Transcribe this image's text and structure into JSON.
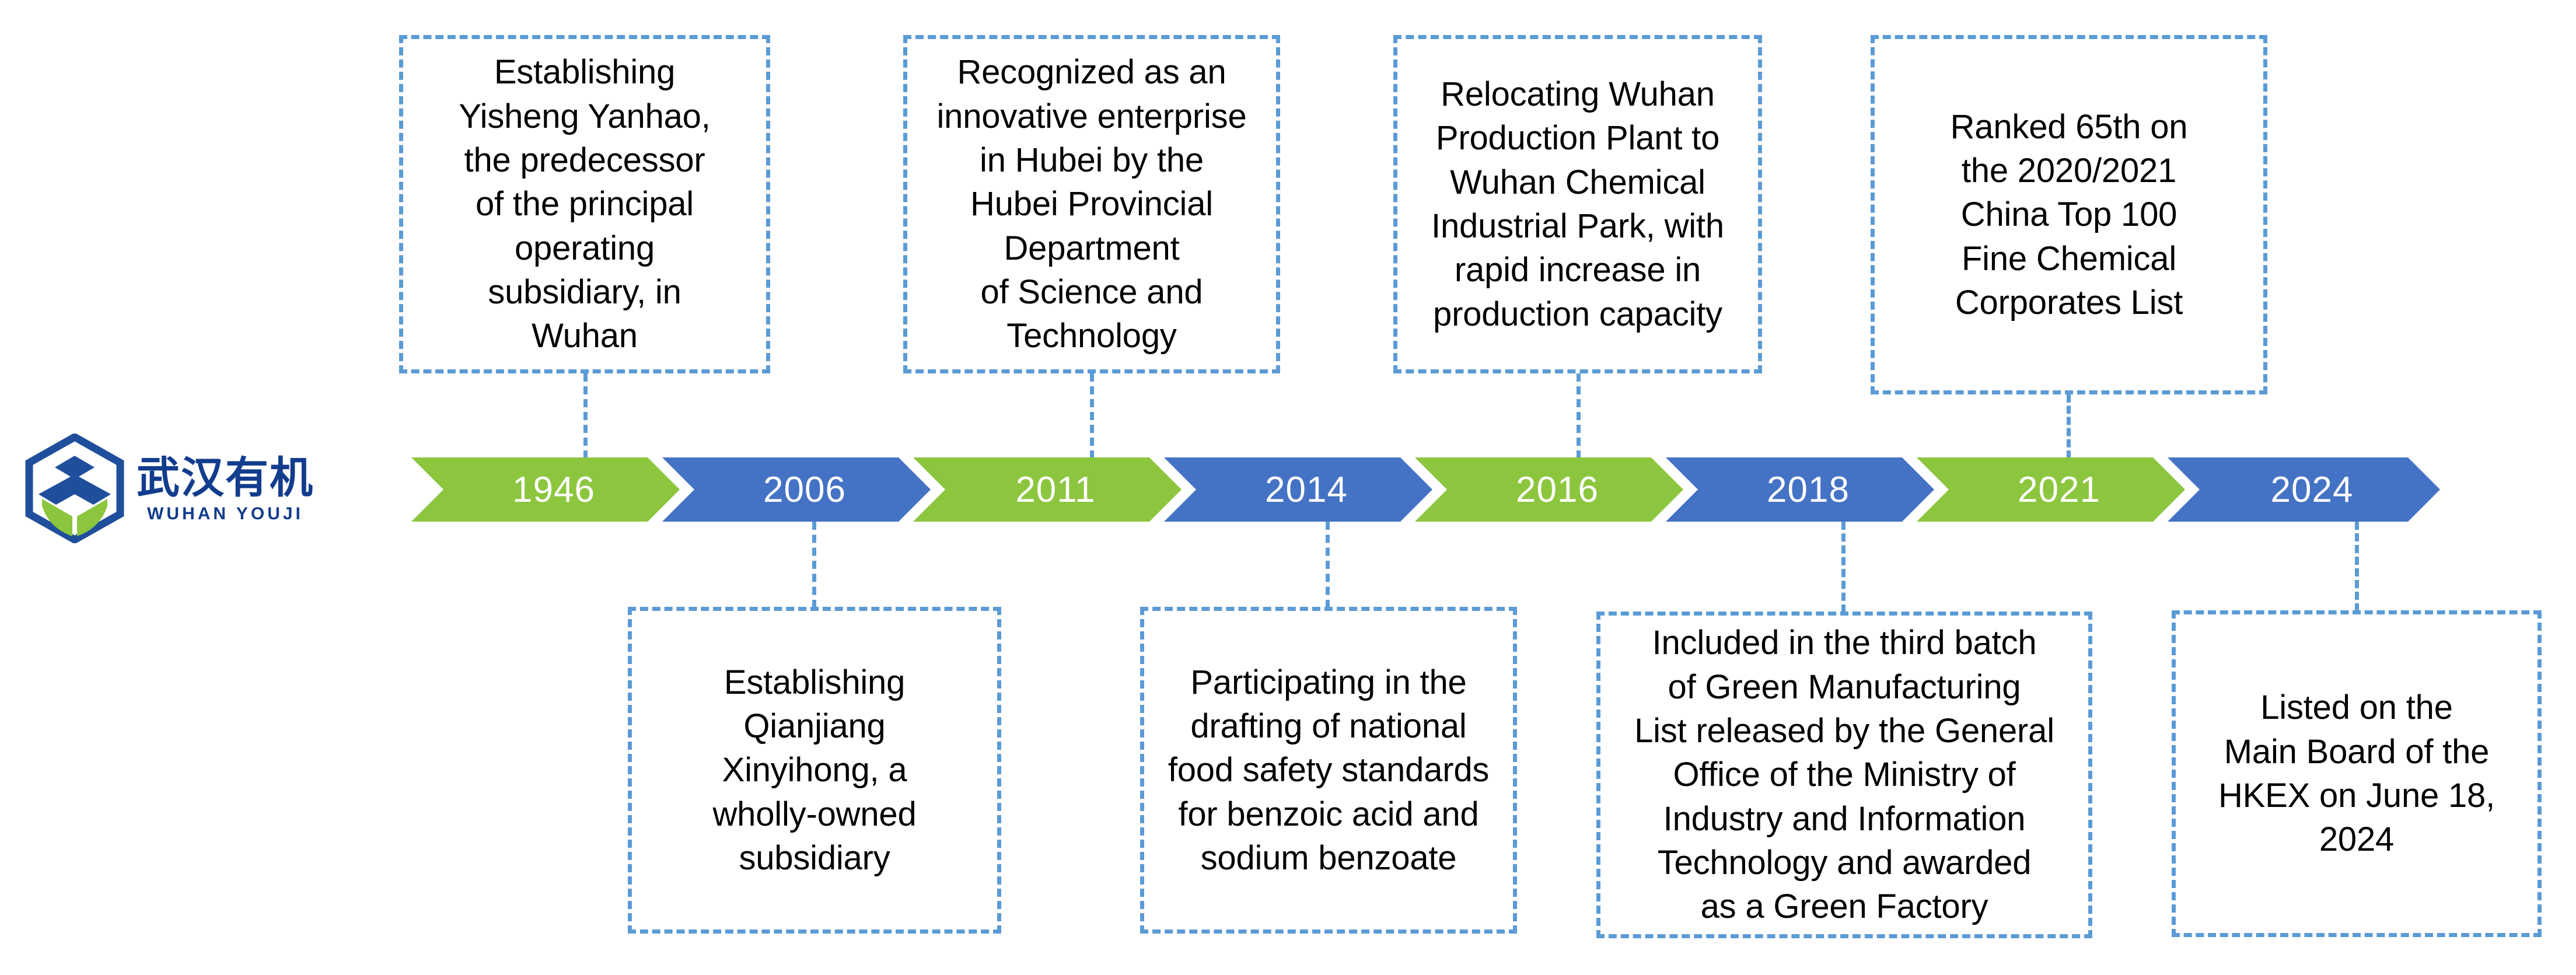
{
  "brand": {
    "logo_icon": "wuhan-youji-hexagon-logo",
    "name_cn": "武汉有机",
    "name_en": "WUHAN  YOUJI",
    "colors": {
      "blue": "#1F4E9C",
      "green": "#8CC63E"
    }
  },
  "colors": {
    "chevron_green": "#8CC63E",
    "chevron_blue": "#4472C4",
    "dashed_border": "#5B9BD5",
    "text": "#000000",
    "chevron_label": "#FFFFFF",
    "background": "#FFFFFF"
  },
  "timeline": {
    "milestones": [
      {
        "year": "1946",
        "color": "green",
        "position": "top",
        "text": "Establishing\nYisheng Yanhao,\nthe predecessor\nof the principal\noperating\nsubsidiary, in\nWuhan"
      },
      {
        "year": "2006",
        "color": "blue",
        "position": "bottom",
        "text": "Establishing\nQianjiang\nXinyihong, a\nwholly-owned\nsubsidiary"
      },
      {
        "year": "2011",
        "color": "green",
        "position": "top",
        "text": "Recognized as an\ninnovative enterprise\nin Hubei by the\nHubei Provincial\nDepartment\nof Science and\nTechnology"
      },
      {
        "year": "2014",
        "color": "blue",
        "position": "bottom",
        "text": "Participating in the\ndrafting of national\nfood safety standards\nfor benzoic acid and\nsodium benzoate"
      },
      {
        "year": "2016",
        "color": "green",
        "position": "top",
        "text": "Relocating Wuhan\nProduction Plant to\nWuhan Chemical\nIndustrial Park, with\nrapid increase in\nproduction capacity"
      },
      {
        "year": "2018",
        "color": "blue",
        "position": "bottom",
        "text": "Included in the third batch\nof Green Manufacturing\nList released by the General\nOffice of the Ministry of\nIndustry and Information\nTechnology and awarded\nas a Green Factory"
      },
      {
        "year": "2021",
        "color": "green",
        "position": "top",
        "text": "Ranked 65th on\nthe 2020/2021\nChina Top 100\nFine Chemical\nCorporates List"
      },
      {
        "year": "2024",
        "color": "blue",
        "position": "bottom",
        "text": "Listed on the\nMain Board of the\nHKEX on June 18,\n2024"
      }
    ]
  }
}
